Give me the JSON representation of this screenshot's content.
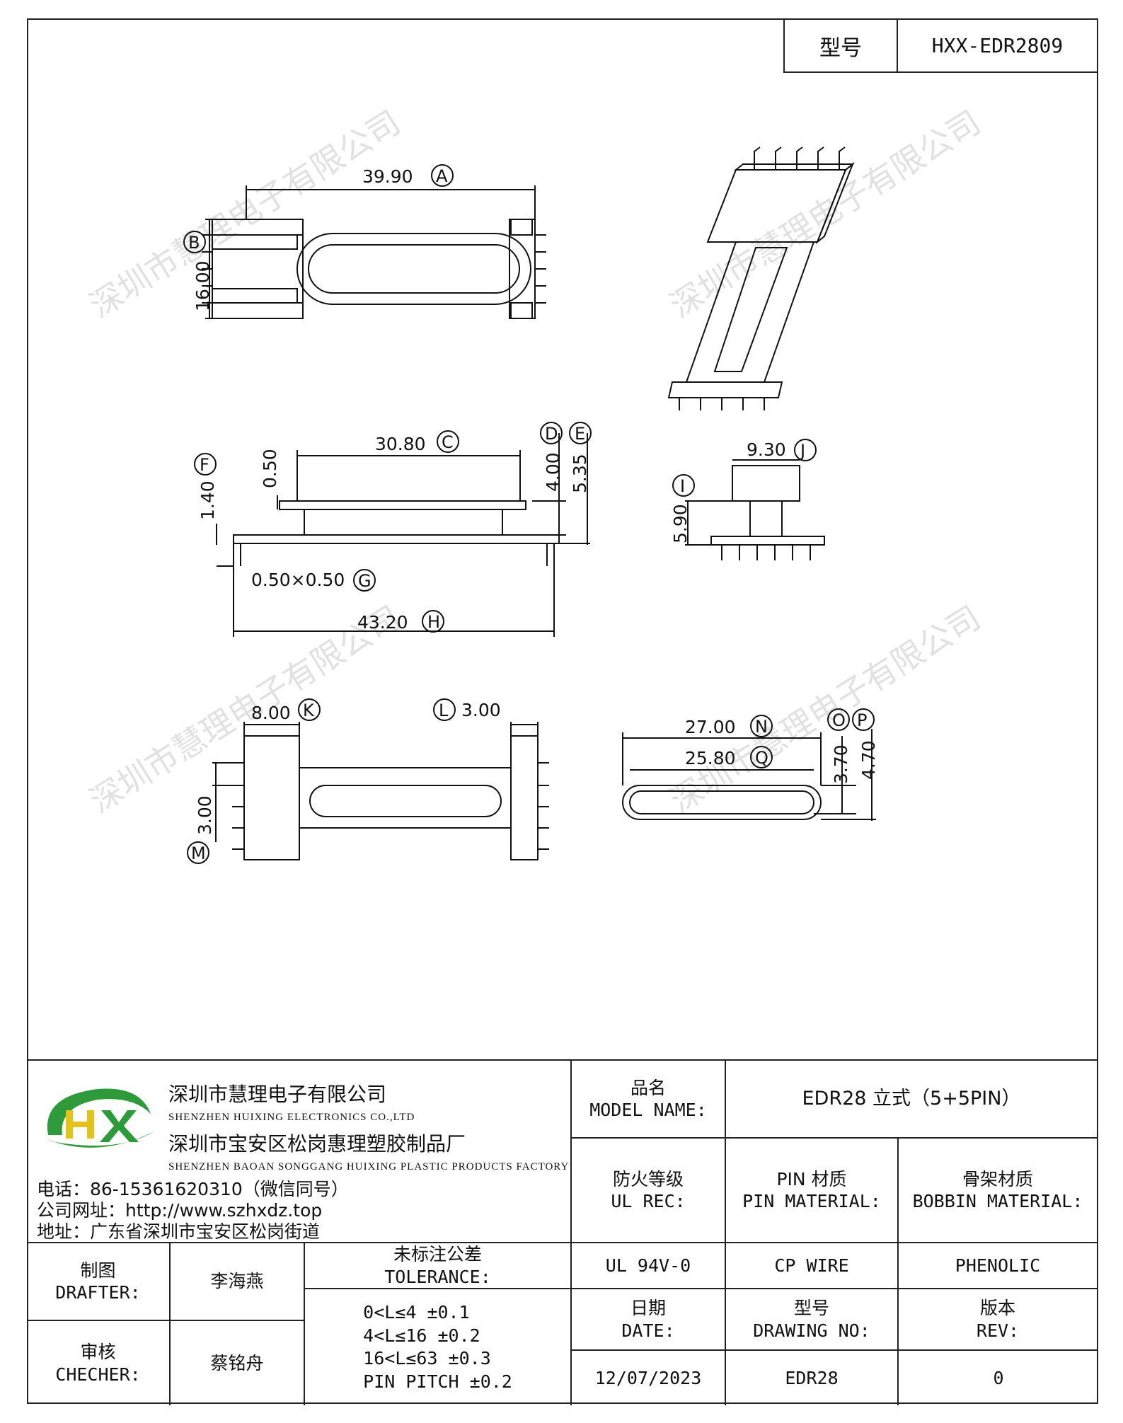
{
  "header": {
    "model_label": "型号",
    "model_value": "HXX-EDR2809"
  },
  "watermark": "深圳市慧理电子有限公司",
  "drawing": {
    "dims": {
      "A": "39.90",
      "B": "16.00",
      "C": "30.80",
      "D": "4.00",
      "E": "5.35",
      "F": "1.40",
      "G": "0.50×0.50",
      "H": "43.20",
      "I": "5.90",
      "J": "9.30",
      "K": "8.00",
      "L": "3.00",
      "M": "3.00",
      "N": "27.00",
      "O": "3.70",
      "P": "4.70",
      "Q": "25.80",
      "small": "0.50"
    },
    "labels": {
      "A": "A",
      "B": "B",
      "C": "C",
      "D": "D",
      "E": "E",
      "F": "F",
      "G": "G",
      "H": "H",
      "I": "I",
      "J": "J",
      "K": "K",
      "L": "L",
      "M": "M",
      "N": "N",
      "O": "O",
      "P": "P",
      "Q": "Q"
    }
  },
  "titleblock": {
    "company_cn": "深圳市慧理电子有限公司",
    "company_en": "SHENZHEN HUIXING ELECTRONICS CO.,LTD",
    "factory_cn": "深圳市宝安区松岗惠理塑胶制品厂",
    "factory_en": "SHENZHEN BAOAN SONGGANG HUIXING PLASTIC PRODUCTS FACTORY",
    "phone": "电话：86-15361620310（微信同号）",
    "website": "公司网址：http://www.szhxdz.top",
    "address": "地址：广东省深圳市宝安区松岗街道",
    "model_name_cn": "品名",
    "model_name_en": "MODEL NAME:",
    "model_name_value": "EDR28 立式（5+5PIN）",
    "ul_cn": "防火等级",
    "ul_en": "UL REC:",
    "pin_cn": "PIN 材质",
    "pin_en": "PIN MATERIAL:",
    "bobbin_cn": "骨架材质",
    "bobbin_en": "BOBBIN MATERIAL:",
    "ul_value": "UL 94V-0",
    "pin_value": "CP WIRE",
    "bobbin_value": "PHENOLIC",
    "drafter_cn": "制图",
    "drafter_en": "DRAFTER:",
    "drafter_name": "李海燕",
    "checker_cn": "审核",
    "checker_en": "CHECHER:",
    "checker_name": "蔡铭舟",
    "tolerance_cn": "未标注公差",
    "tolerance_en": "TOLERANCE:",
    "tol1": "0<L≤4   ±0.1",
    "tol2": "4<L≤16  ±0.2",
    "tol3": "16<L≤63  ±0.3",
    "tol4": "PIN PITCH ±0.2",
    "date_cn": "日期",
    "date_en": "DATE:",
    "drawno_cn": "型号",
    "drawno_en": "DRAWING NO:",
    "rev_cn": "版本",
    "rev_en": "REV:",
    "date_value": "12/07/2023",
    "drawno_value": "EDR28",
    "rev_value": "0"
  },
  "logo": {
    "text": "HX",
    "green": "#2e9a3a",
    "yellow": "#e3c21a"
  }
}
